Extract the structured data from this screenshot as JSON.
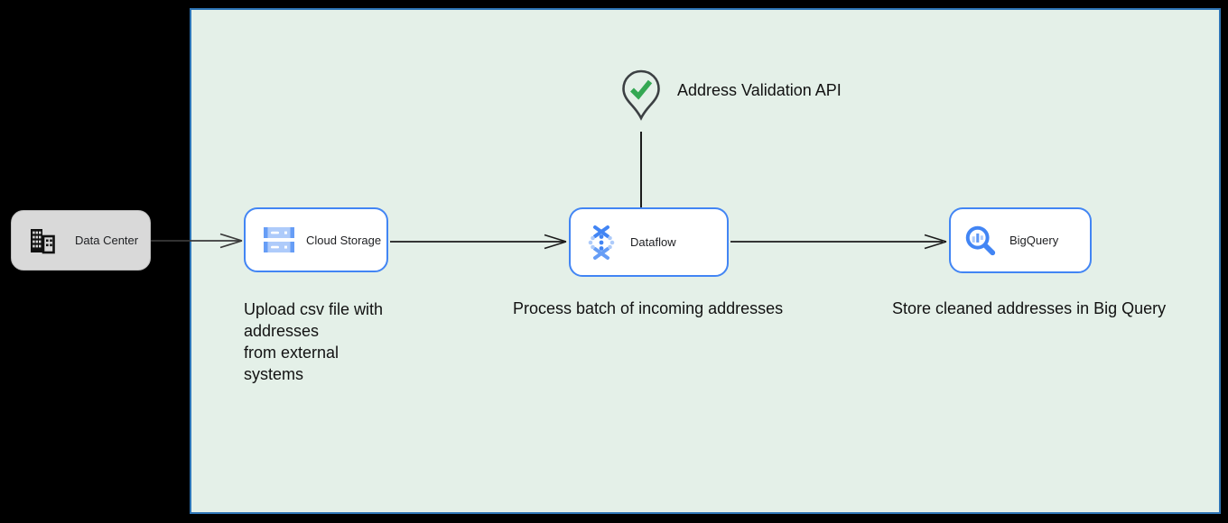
{
  "colors": {
    "canvas_background": "#000000",
    "zone_background": "#e4f0e8",
    "zone_border": "#2e75b6",
    "node_border": "#4285f4",
    "node_background": "#ffffff",
    "external_node_background": "#d9d9d9",
    "icon_blue_medium": "#4285f4",
    "icon_blue_light": "#aecbfa",
    "icon_blue_dark": "#669df6",
    "check_green": "#34a853",
    "pin_outline": "#3c4043",
    "text": "#121212"
  },
  "external": {
    "data_center": {
      "label": "Data Center",
      "icon": "data-center-building-icon"
    }
  },
  "zone": {
    "nodes": {
      "cloud_storage": {
        "label": "Cloud Storage",
        "icon": "cloud-storage-icon"
      },
      "dataflow": {
        "label": "Dataflow",
        "icon": "dataflow-icon"
      },
      "bigquery": {
        "label": "BigQuery",
        "icon": "bigquery-icon"
      }
    },
    "api_pin": {
      "label": "Address Validation API",
      "icon": "map-pin-check-icon"
    },
    "captions": {
      "upload": "Upload csv file with\naddresses\nfrom external\nsystems",
      "process": "Process batch of incoming addresses",
      "store": "Store cleaned addresses in Big Query"
    }
  }
}
